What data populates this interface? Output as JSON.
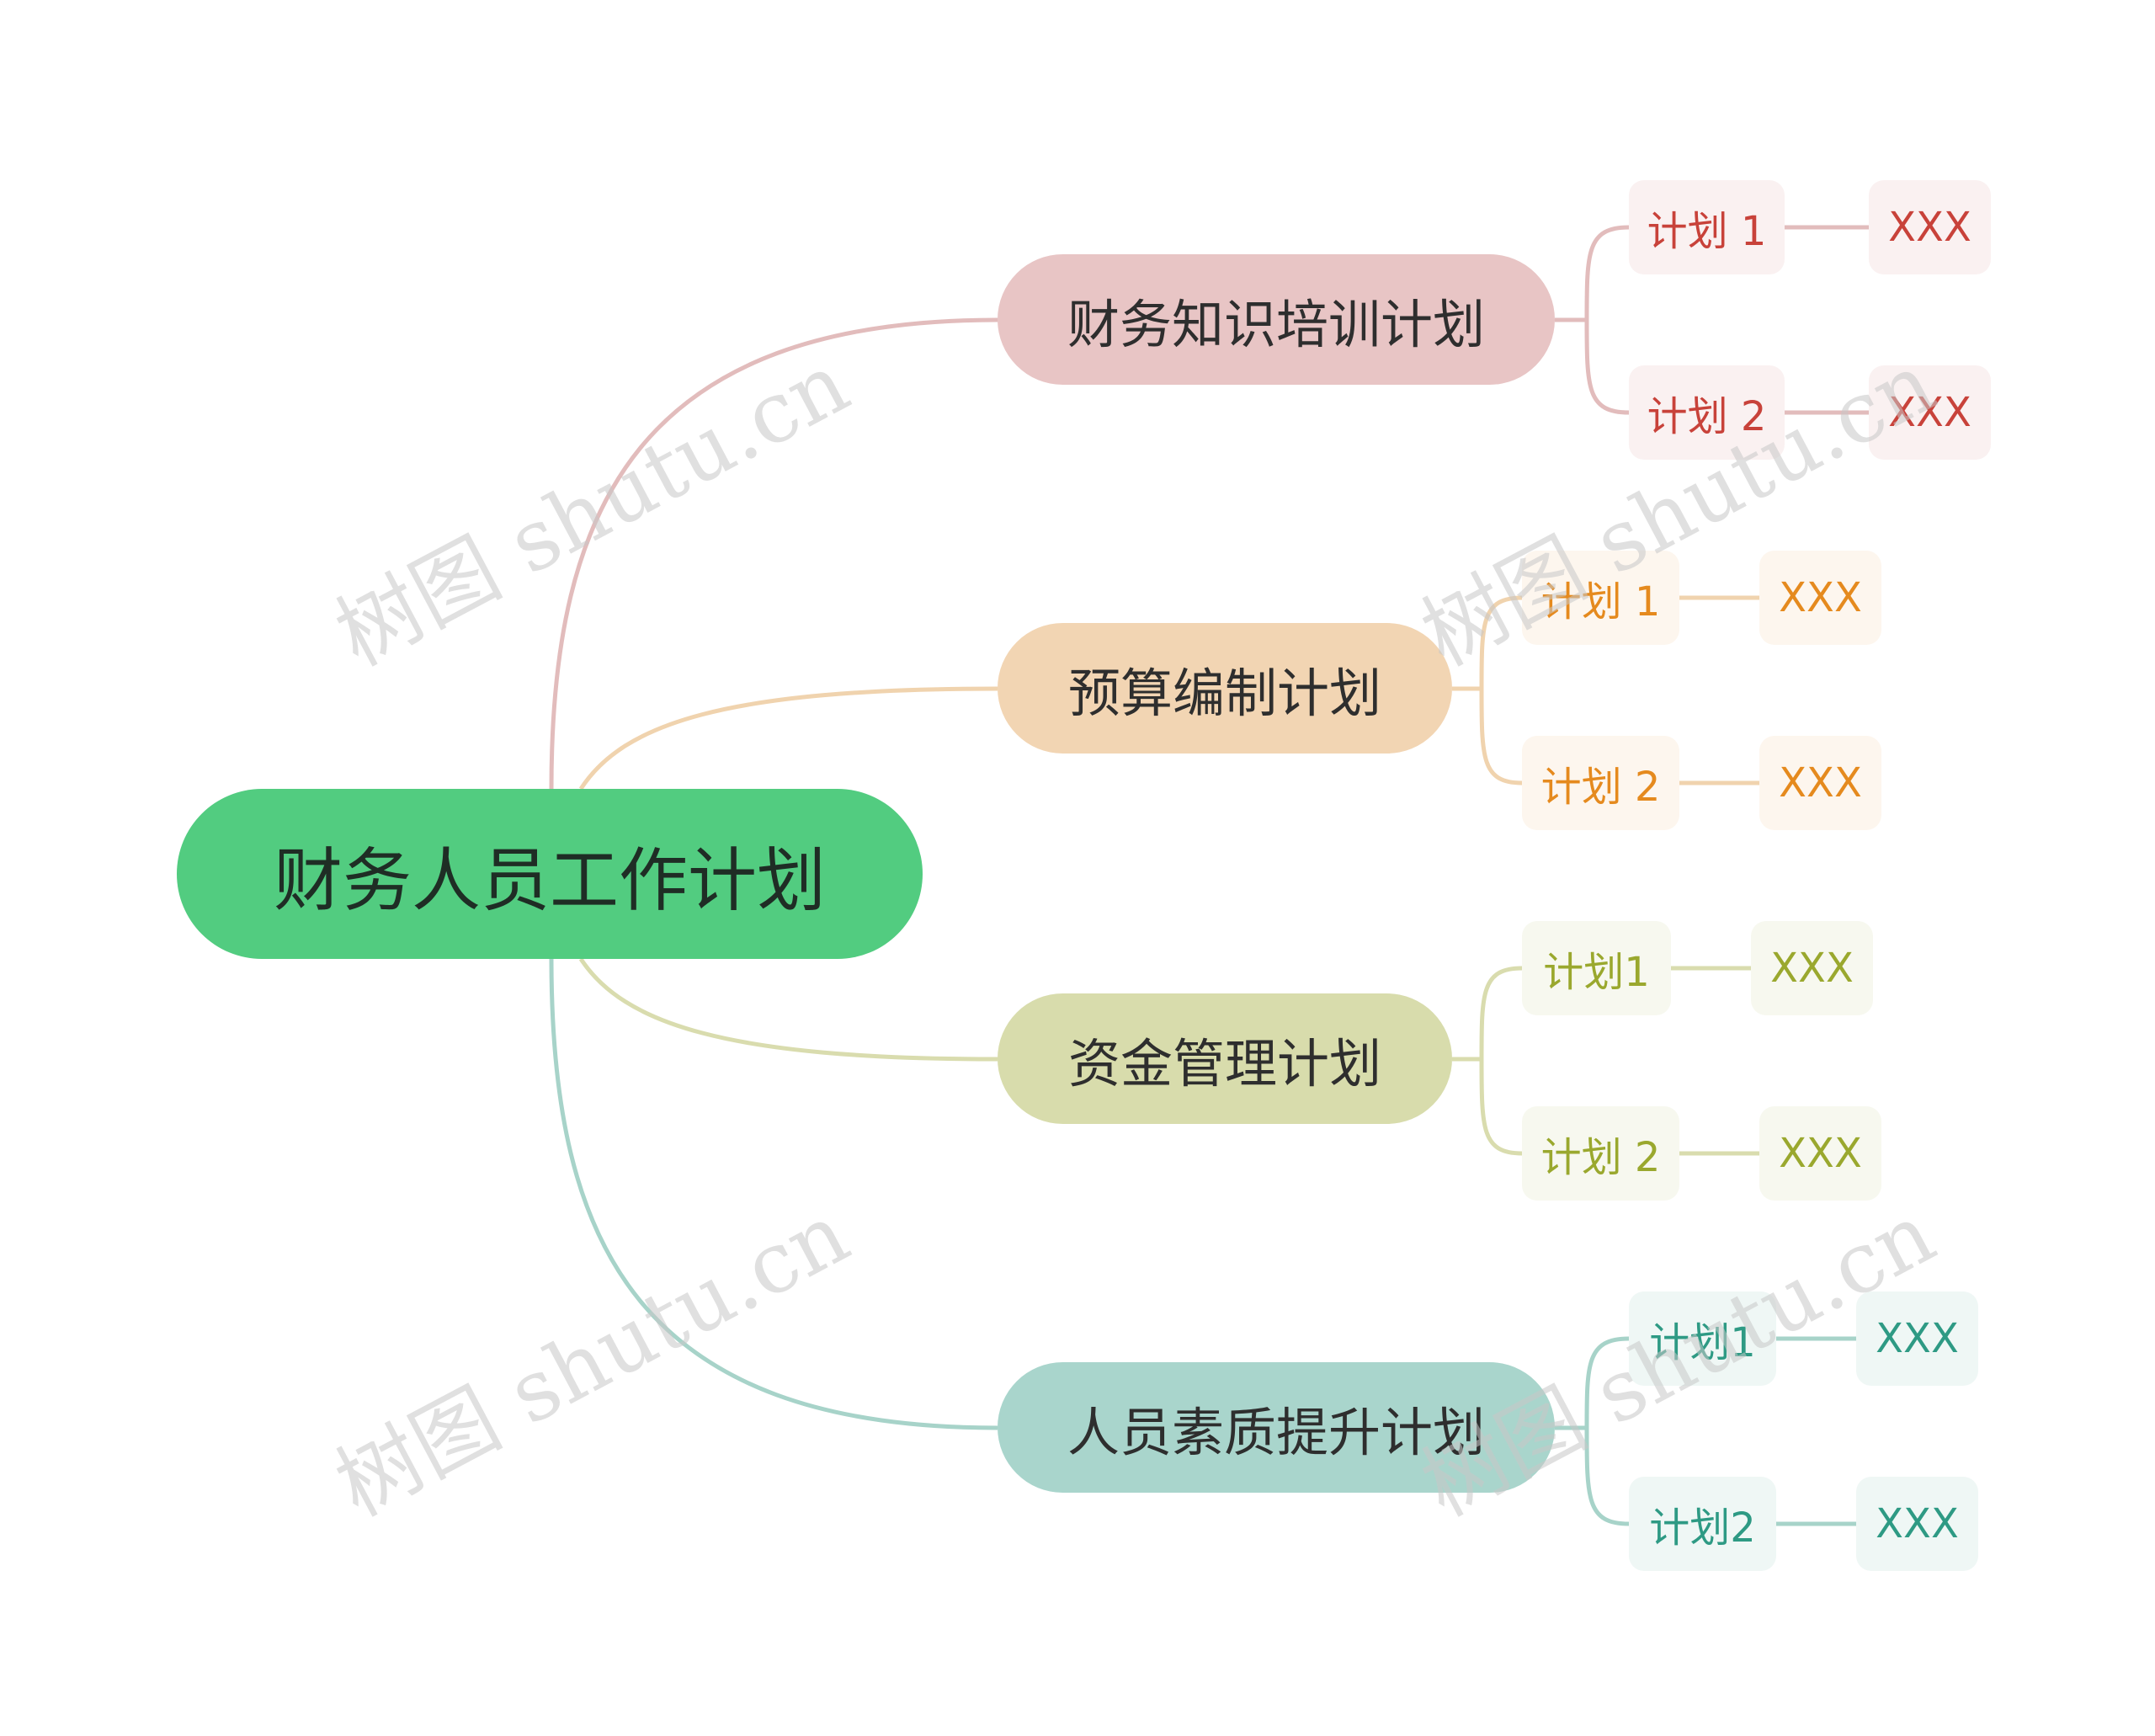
{
  "root": {
    "label": "财务人员工作计划"
  },
  "branches": [
    {
      "label": "财务知识培训计划",
      "color": "#e8c5c5",
      "line": "#e2bcbc",
      "text_color": "#c8423a",
      "leaf_bg": "#faf1f1",
      "items": [
        {
          "label": "计划 1",
          "detail": "XXX"
        },
        {
          "label": "计划 2",
          "detail": "XXX"
        }
      ]
    },
    {
      "label": "预算编制计划",
      "color": "#f2d5b3",
      "line": "#f0d3ae",
      "text_color": "#e58a1e",
      "leaf_bg": "#fdf6ee",
      "items": [
        {
          "label": "计划 1",
          "detail": "XXX"
        },
        {
          "label": "计划 2",
          "detail": "XXX"
        }
      ]
    },
    {
      "label": "资金管理计划",
      "color": "#d8dcac",
      "line": "#d9dcae",
      "text_color": "#9aa82e",
      "leaf_bg": "#f7f8ef",
      "items": [
        {
          "label": "计划1",
          "detail": "XXX"
        },
        {
          "label": "计划 2",
          "detail": "XXX"
        }
      ]
    },
    {
      "label": "人员素质提升计划",
      "color": "#a9d5cc",
      "line": "#a7d3c9",
      "text_color": "#2e9a84",
      "leaf_bg": "#eff7f5",
      "items": [
        {
          "label": "计划1",
          "detail": "XXX"
        },
        {
          "label": "计划2",
          "detail": "XXX"
        }
      ]
    }
  ],
  "watermark": "树图 shutu.cn"
}
